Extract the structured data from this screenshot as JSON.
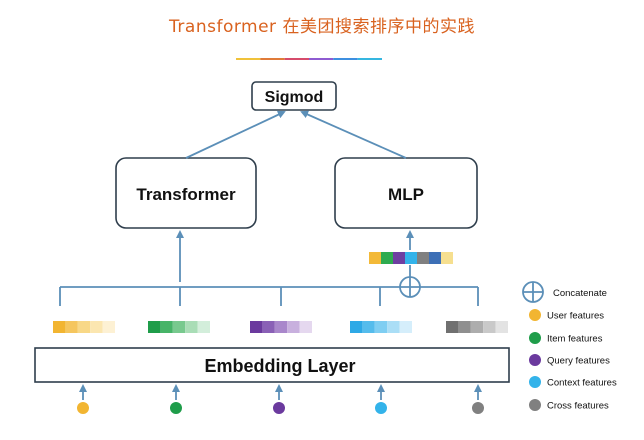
{
  "header": {
    "title": "Transformer 在美团搜索排序中的实践",
    "underline_colors": [
      "#f0c23a",
      "#e07b39",
      "#d64b6b",
      "#8e5bd1",
      "#3d8fe0",
      "#35b6e0"
    ]
  },
  "diagram": {
    "nodes": {
      "sigmod": "Sigmod",
      "transformer": "Transformer",
      "mlp": "MLP",
      "embedding": "Embedding Layer"
    },
    "concat_vector_colors": [
      "#f3b938",
      "#2eab4f",
      "#6e3fa1",
      "#33b3ea",
      "#808080",
      "#3d6fb6",
      "#f6df8f"
    ],
    "feature_bars": [
      {
        "id": "user",
        "colors": [
          "#f2b531",
          "#f5c65e",
          "#f8d887",
          "#fbe6b0",
          "#fdf1d4"
        ]
      },
      {
        "id": "item",
        "colors": [
          "#1f9d4a",
          "#47b468",
          "#78c98e",
          "#a9ddb6",
          "#d3eedb"
        ]
      },
      {
        "id": "query",
        "colors": [
          "#6b3a9e",
          "#8a60b6",
          "#a987cb",
          "#c8b0de",
          "#e5d8ef"
        ]
      },
      {
        "id": "context",
        "colors": [
          "#2ea9e6",
          "#55bcec",
          "#7fcef2",
          "#aadef6",
          "#d5eefb"
        ]
      },
      {
        "id": "cross",
        "colors": [
          "#707070",
          "#8f8f8f",
          "#adadad",
          "#c9c9c9",
          "#e3e3e3"
        ]
      }
    ],
    "input_dots": [
      "#f2b531",
      "#1f9d4a",
      "#6b3a9e",
      "#33b3ea",
      "#808080"
    ],
    "line_color": "#5b8fb8",
    "box_border": "#2f3e4c"
  },
  "legend": {
    "concatenate": "Concatenate",
    "items": [
      {
        "label": "User features",
        "color": "#f2b531"
      },
      {
        "label": "Item features",
        "color": "#1f9d4a"
      },
      {
        "label": "Query features",
        "color": "#6b3a9e"
      },
      {
        "label": "Context features",
        "color": "#33b3ea"
      },
      {
        "label": "Cross features",
        "color": "#808080"
      }
    ]
  }
}
